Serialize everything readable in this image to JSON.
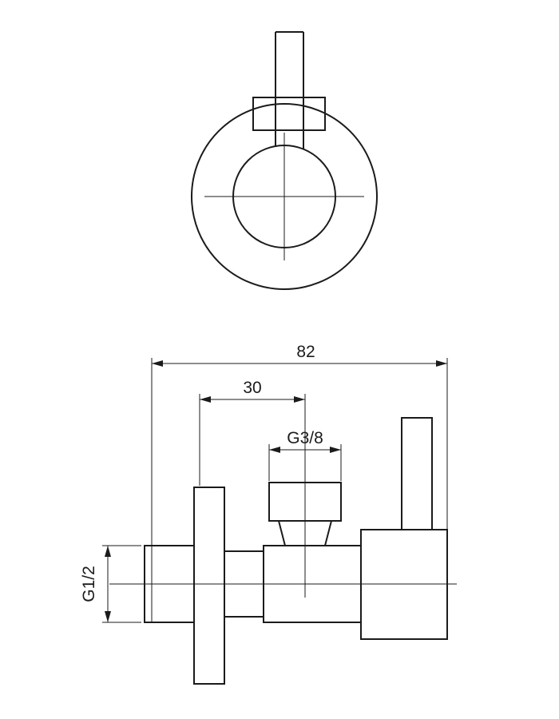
{
  "drawing": {
    "labels": {
      "overall_depth": "82",
      "wall_to_outlet": "30",
      "outlet_thread": "G3/8",
      "inlet_thread": "G1/2"
    },
    "line_color": "#1b1b1b",
    "background_color": "#ffffff"
  }
}
